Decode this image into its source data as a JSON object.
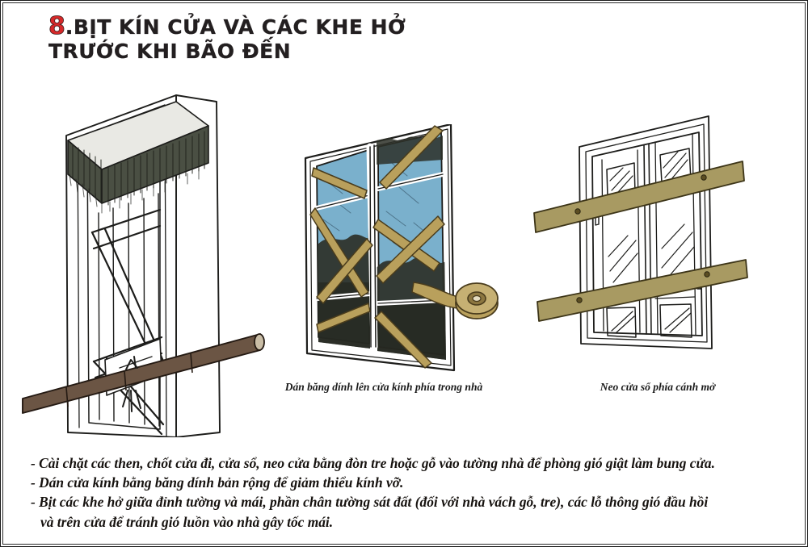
{
  "page": {
    "title_number": "8",
    "title_line1": ".BỊT KÍN CỬA VÀ CÁC KHE HỞ",
    "title_line2": "TRƯỚC KHI BÃO ĐẾN"
  },
  "captions": {
    "window": "Dán băng dính lên cửa kính phía trong nhà",
    "shutter": "Neo cửa sổ phía cánh mở"
  },
  "bullets": [
    {
      "line1": "- Cài chặt các then, chốt cửa đi, cửa sổ, neo cửa bằng đòn tre hoặc gỗ vào tường nhà để phòng gió giật làm bung cửa."
    },
    {
      "line1": "- Dán cửa kính bằng băng dính bản rộng để giảm thiểu kính vỡ."
    },
    {
      "line1": "- Bịt các khe hở giữa đỉnh tường và mái, phần chân tường sát đất (đối với nhà vách gỗ, tre), các lỗ thông gió đầu hồi",
      "line2": "và trên cửa để tránh gió luồn vào nhà gây tốc mái."
    }
  ],
  "illustrations": {
    "door": {
      "name": "wooden door braced with bamboo pole",
      "pole_color": "#6b5544",
      "thatch_color": "#4a4f43"
    },
    "window": {
      "name": "glass window taped with wide adhesive tape and tape roll",
      "glass_color": "#7ab0cc",
      "tape_color": "#b9a05c",
      "frame_color": "#ffffff"
    },
    "shutter": {
      "name": "window anchored with two wooden planks",
      "plank_color": "#a89a62"
    }
  },
  "colors": {
    "accent_red": "#d6292a",
    "ink": "#231f20",
    "border": "#2b2b2b"
  }
}
